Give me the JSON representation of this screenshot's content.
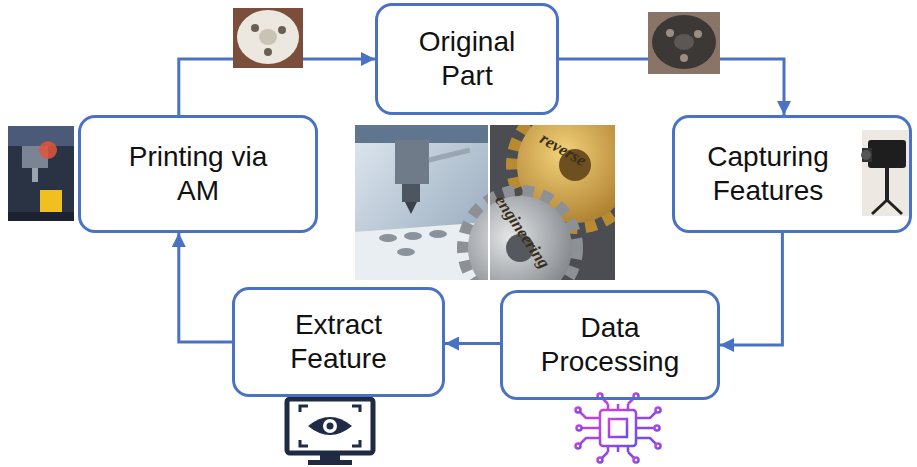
{
  "diagram": {
    "nodes": [
      {
        "text": [
          "Original Part"
        ]
      },
      {
        "text": [
          "Capturing Features"
        ]
      },
      {
        "text": [
          "Data Processing"
        ]
      },
      {
        "text": [
          "Extract Feature"
        ]
      },
      {
        "text": [
          "Printing via AM"
        ]
      }
    ],
    "edges": [
      {
        "from": 0,
        "to": 1,
        "arrow": "to"
      },
      {
        "from": 1,
        "to": 2,
        "arrow": "to"
      },
      {
        "from": 2,
        "to": 3,
        "arrow": "to"
      },
      {
        "from": 3,
        "to": 4,
        "arrow": "to"
      },
      {
        "from": 4,
        "to": 0,
        "arrow": "to"
      }
    ],
    "labels": [
      "reverse",
      "engineering"
    ]
  }
}
